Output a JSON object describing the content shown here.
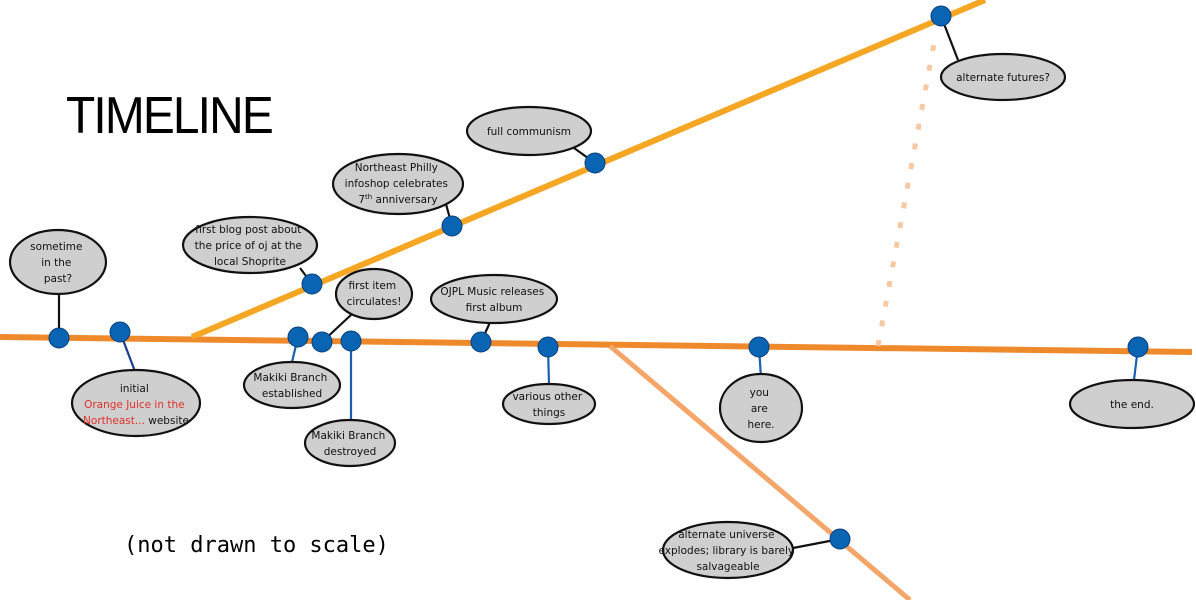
{
  "title": "TIMELINE",
  "note": "(not drawn to scale)",
  "colors": {
    "main_line": "#ee8a2c",
    "upper_branch": "#f5a623",
    "lower_branch": "#f4a66a",
    "dotted_branch": "#f7c9a3",
    "node": "#0a64b4",
    "bubble_fill": "#cfcfcf",
    "bubble_stroke": "#111111",
    "highlight_text": "#e0302a"
  },
  "events": {
    "sometime": [
      "sometime",
      "in the",
      "past?"
    ],
    "initial_site": {
      "line1": "initial",
      "line2_highlight": "Orange Juice in the",
      "line3_highlight": "Northeast...",
      "line3_rest": " website"
    },
    "blog_post": [
      "first blog post about",
      "the price of oj at the",
      "local Shoprite"
    ],
    "anniversary": {
      "line1": "Northeast Philly",
      "line2": "infoshop celebrates",
      "line3_num": "7",
      "line3_sup": "th",
      "line3_rest": " anniversary"
    },
    "full_communism": "full communism",
    "alternate_futures": "alternate futures?",
    "first_item": [
      "first item",
      "circulates!"
    ],
    "makiki_established": [
      "Makiki Branch",
      "established"
    ],
    "makiki_destroyed": [
      "Makiki Branch",
      "destroyed"
    ],
    "ojpl_music": [
      "OJPL Music releases",
      "first album"
    ],
    "various": [
      "various other",
      "things"
    ],
    "you_are_here": [
      "you",
      "are",
      "here."
    ],
    "the_end": "the end.",
    "alt_universe": [
      "alternate universe",
      "explodes; library is barely",
      "salvageable"
    ]
  }
}
